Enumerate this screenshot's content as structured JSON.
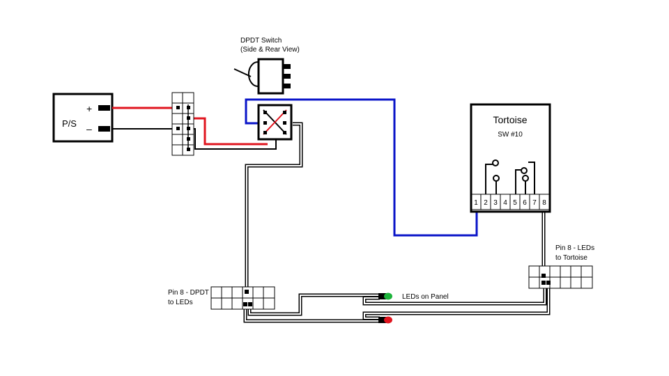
{
  "switch": {
    "title_line1": "DPDT Switch",
    "title_line2": "(Side & Rear View)"
  },
  "power_supply": {
    "label": "P/S",
    "plus": "+",
    "minus": "–"
  },
  "tortoise": {
    "title": "Tortoise",
    "subtitle": "SW #10",
    "pins": [
      "1",
      "2",
      "3",
      "4",
      "5",
      "6",
      "7",
      "8"
    ]
  },
  "labels": {
    "pin8_dpdt_line1": "Pin 8 - DPDT",
    "pin8_dpdt_line2": "to LEDs",
    "pin8_tortoise_line1": "Pin 8 - LEDs",
    "pin8_tortoise_line2": "to Tortoise",
    "leds_on_panel": "LEDs on Panel"
  },
  "colors": {
    "red_wire": "#e0141e",
    "blue_wire": "#0a14c8",
    "black_wire": "#000000",
    "green_led": "#1db33b",
    "red_led": "#e0141e"
  }
}
